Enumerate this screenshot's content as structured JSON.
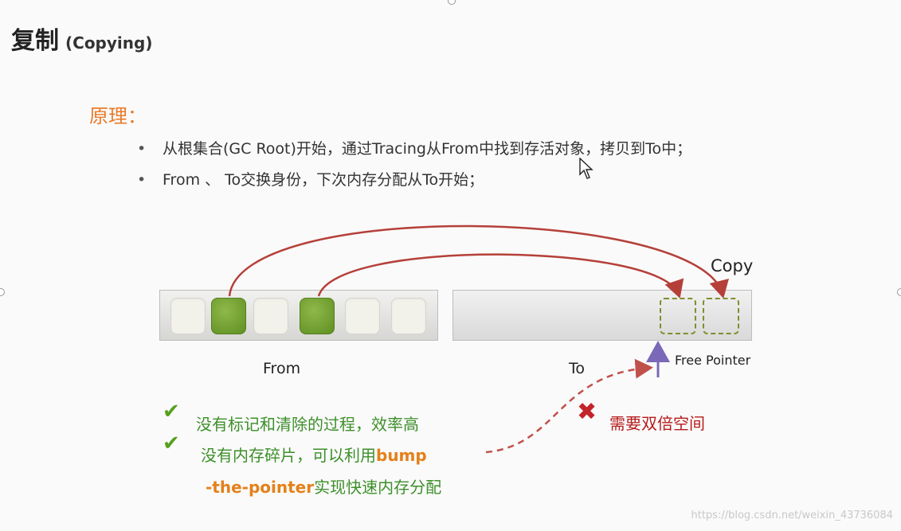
{
  "title": {
    "main": "复制",
    "sub": "(Copying)"
  },
  "principle": {
    "label": "原理："
  },
  "bullets": [
    "从根集合(GC Root)开始，通过Tracing从From中找到存活对象，拷贝到To中；",
    "From 、 To交换身份，下次内存分配从To开始；"
  ],
  "diagram": {
    "from_label": "From",
    "to_label": "To",
    "copy_label": "Copy",
    "free_pointer_label": "Free Pointer",
    "from_cells": [
      "empty",
      "live",
      "empty",
      "live",
      "empty",
      "empty"
    ]
  },
  "advantages": {
    "item1": "没有标记和清除的过程，效率高",
    "item2_prefix": "没有内存碎片，可以利用",
    "item2_bold": "bump",
    "item3_bold": "-the-pointer",
    "item3_suffix": "实现快速内存分配"
  },
  "disadvantage": {
    "text": "需要双倍空间"
  },
  "watermark": "https://blog.csdn.net/weixin_43736084",
  "colors": {
    "accent_orange": "#ea7a2a",
    "live_green": "#6b9b2a",
    "arrow_red": "#b5403a",
    "pointer_purple": "#7a68b8",
    "adv_green": "#3d8f2a",
    "disadv_red": "#b71c1c"
  },
  "icons": [
    "check-icon",
    "check-icon",
    "cross-icon",
    "cursor-icon",
    "arrow-up-icon"
  ]
}
